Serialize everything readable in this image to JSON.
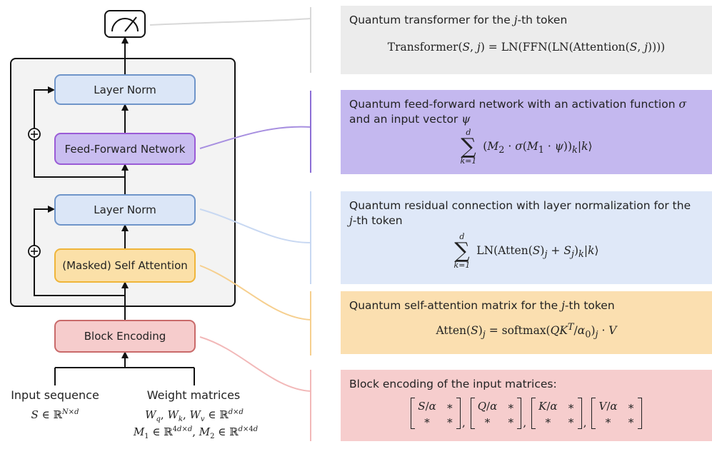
{
  "left_diagram": {
    "layer_norm_top": "Layer Norm",
    "feed_forward": "Feed-Forward Network",
    "layer_norm_bottom": "Layer Norm",
    "self_attention": "(Masked) Self Attention",
    "block_encoding": "Block Encoding",
    "input_sequence_label": "Input sequence",
    "input_sequence_math": "S ∈ ℝ^{N×d}",
    "weight_matrices_label": "Weight matrices",
    "weight_line_1": "W_q, W_k, W_v ∈ ℝ^{d×d}",
    "weight_line_2": "M_1 ∈ ℝ^{4d×d}, M_2 ∈ ℝ^{d×4d}"
  },
  "panels": [
    {
      "title": "Quantum transformer for the j-th token",
      "formula": "Transformer(S, j) = LN(FFN(LN(Attention(S, j))))",
      "color": "#ececec"
    },
    {
      "title": "Quantum feed-forward network with an activation function σ and an input vector ψ",
      "formula": "Σ_{k=1}^{d} (M_2 · σ(M_1 · ψ))_k |k⟩",
      "color": "#c4b8ef"
    },
    {
      "title": "Quantum residual connection with layer normalization for the j-th token",
      "formula": "Σ_{k=1}^{d} LN(Atten(S)_j + S_j)_k |k⟩",
      "color": "#dfe8f8"
    },
    {
      "title": "Quantum self-attention matrix for the j-th token",
      "formula": "Atten(S)_j = softmax(QK^T/α_0)_j · V",
      "color": "#fbdfb0"
    },
    {
      "title": "Block encoding of the input matrices:",
      "matrices": [
        [
          "S/α",
          "*",
          "*",
          "*"
        ],
        [
          "Q/α",
          "*",
          "*",
          "*"
        ],
        [
          "K/α",
          "*",
          "*",
          "*"
        ],
        [
          "V/α",
          "*",
          "*",
          "*"
        ]
      ],
      "color": "#f6cdcd"
    }
  ],
  "icons": {
    "measurement": "measurement-meter-icon",
    "residual_add": "circled-plus-icon"
  }
}
